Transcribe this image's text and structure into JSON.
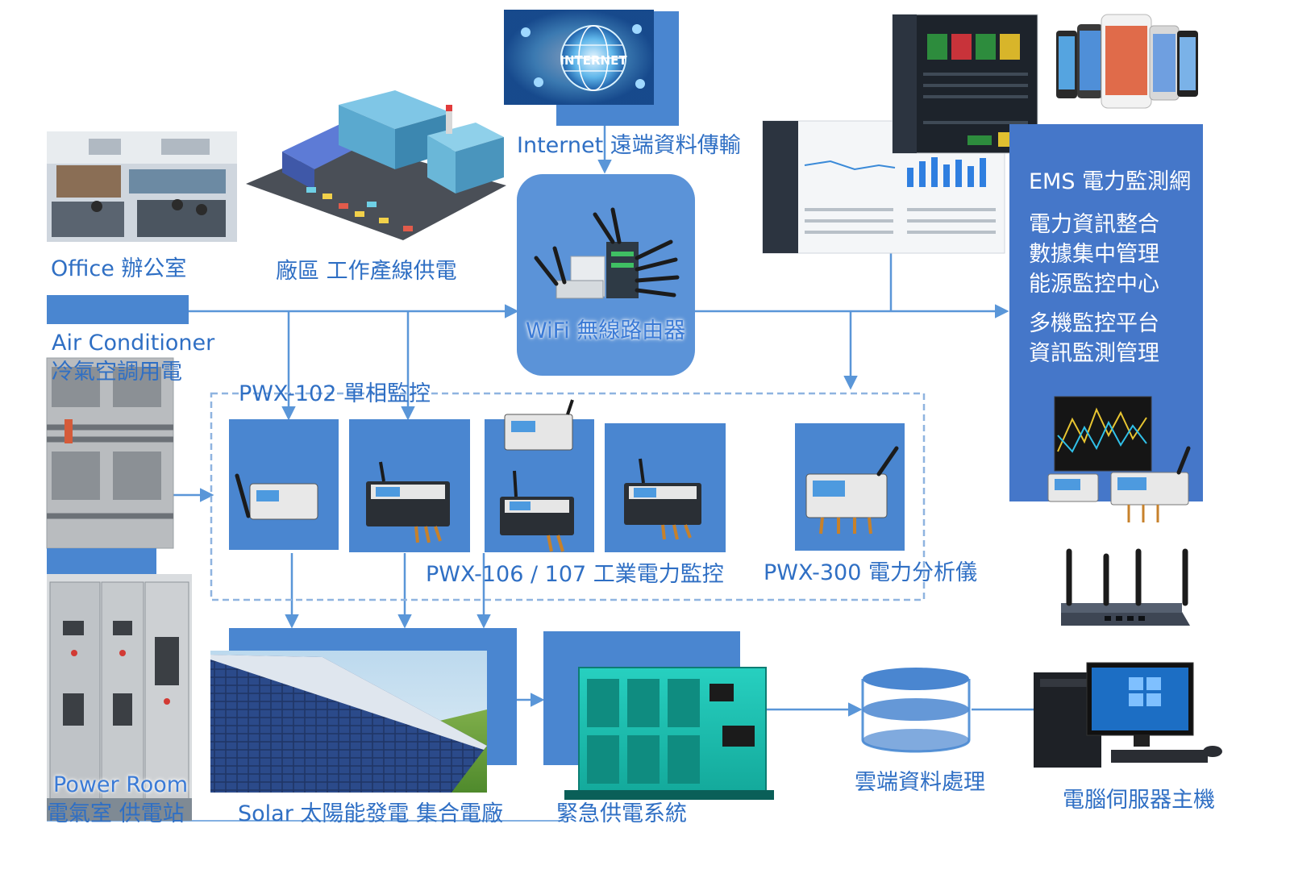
{
  "colors": {
    "box": "#4a86d0",
    "box_light": "#5b93d8",
    "line": "#5a96d8",
    "text": "#2f6fc4",
    "ems_panel": "#4577c9"
  },
  "labels": {
    "internet": "Internet 遠端資料傳輸",
    "office": "Office 辦公室",
    "factory": "廠區 工作產線供電",
    "wifi_router": "WiFi 無線路由器",
    "ac_title": "Air Conditioner",
    "ac_sub": "冷氣空調用電",
    "pwx102": "PWX-102 單相監控",
    "pwx106": "PWX-106 / 107 工業電力監控",
    "pwx300": "PWX-300 電力分析儀",
    "power_room_title": "Power Room",
    "power_room_sub": "電氣室 供電站",
    "solar": "Solar 太陽能發電 集合電廠",
    "emergency": "緊急供電系統",
    "cloud": "雲端資料處理",
    "server": "電腦伺服器主機",
    "ems_title": "EMS 電力監測網",
    "ems_lines": [
      "電力資訊整合",
      "數據集中管理",
      "能源監控中心"
    ],
    "ems_lines2": [
      "多機監控平台",
      "資訊監測管理"
    ],
    "internet_badge": "INTERNET"
  },
  "icons": {
    "internet_image": "globe-icon",
    "office_photo": "office-photo-icon",
    "factory_illustration": "factory-icon",
    "wifi_router": "industrial-router-icon",
    "dashboard": "dashboard-screenshot-icon",
    "phones": "smartphones-icon",
    "ac_photo": "air-conditioner-photo-icon",
    "meter": "power-meter-icon",
    "power_room_photo": "switchgear-photo-icon",
    "solar_photo": "solar-panel-icon",
    "generator": "generator-icon",
    "cloud_db": "database-icon",
    "router4": "wifi-router-icon",
    "computer": "computer-server-icon",
    "ems_device": "ems-analyzer-icon"
  }
}
